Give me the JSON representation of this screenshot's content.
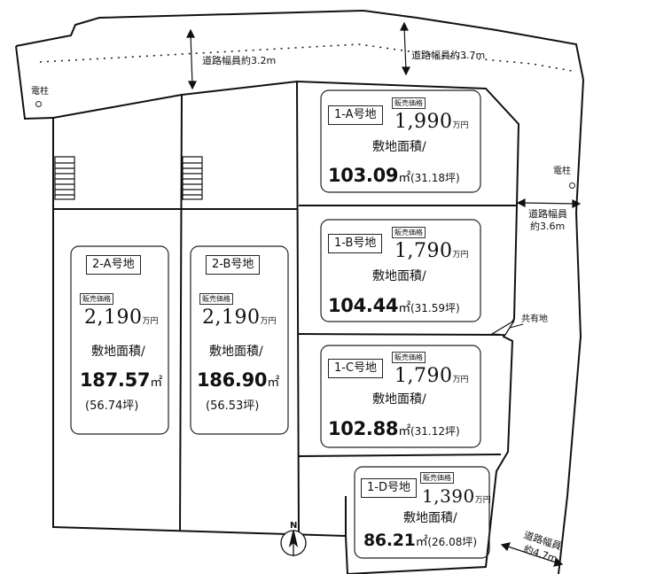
{
  "roads": {
    "north_west": "道路幅員約3.2m",
    "north_east": "道路幅員約3.7m",
    "east_1": "道路幅員",
    "east_2": "約3.6m",
    "south_east_1": "道路幅員",
    "south_east_2": "約4.7m"
  },
  "poles": {
    "west": "電柱",
    "east": "電柱"
  },
  "shared_land": "共有地",
  "compass": "N",
  "price_tag": "販売価格",
  "area_label": "敷地面積/",
  "lots": [
    {
      "id": "1-A号地",
      "price": "1,990",
      "price_unit": "万円",
      "area": "103.09",
      "area_unit": "㎡",
      "tsubo": "(31.18坪)"
    },
    {
      "id": "1-B号地",
      "price": "1,790",
      "price_unit": "万円",
      "area": "104.44",
      "area_unit": "㎡",
      "tsubo": "(31.59坪)"
    },
    {
      "id": "1-C号地",
      "price": "1,790",
      "price_unit": "万円",
      "area": "102.88",
      "area_unit": "㎡",
      "tsubo": "(31.12坪)"
    },
    {
      "id": "1-D号地",
      "price": "1,390",
      "price_unit": "万円",
      "area": "86.21",
      "area_unit": "㎡",
      "tsubo": "(26.08坪)"
    },
    {
      "id": "2-A号地",
      "price": "2,190",
      "price_unit": "万円",
      "area": "187.57",
      "area_unit": "㎡",
      "tsubo": "(56.74坪)"
    },
    {
      "id": "2-B号地",
      "price": "2,190",
      "price_unit": "万円",
      "area": "186.90",
      "area_unit": "㎡",
      "tsubo": "(56.53坪)"
    }
  ]
}
